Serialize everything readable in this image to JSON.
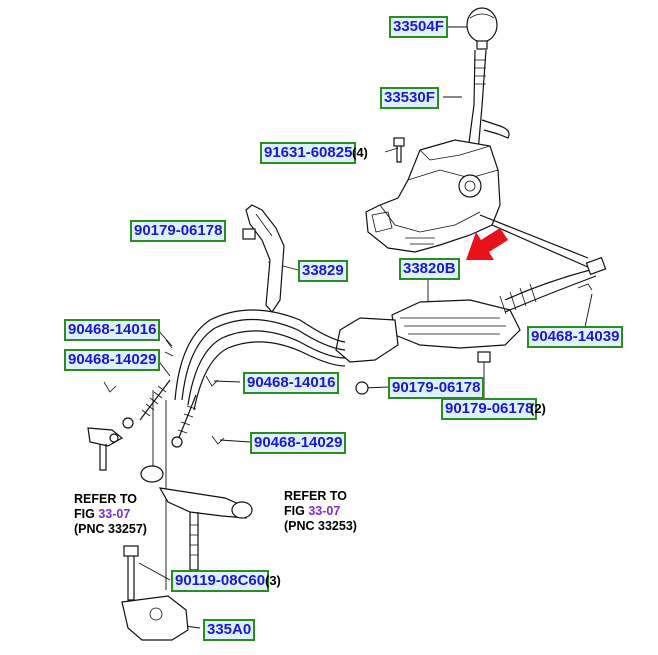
{
  "labels": {
    "p33504F": "33504F",
    "p33530F": "33530F",
    "p91631": "91631-60825",
    "p90179a": "90179-06178",
    "p33829": "33829",
    "p33820B": "33820B",
    "p90468a": "90468-14016",
    "p90468b": "90468-14029",
    "p90468c": "90468-14016",
    "p90179b": "90179-06178",
    "p90179c": "90179-06178",
    "p90468d": "90468-14029",
    "p90468e": "90468-14039",
    "p90119": "90119-08C60",
    "p335A0": "335A0"
  },
  "quantities": {
    "p91631": "(4)",
    "p90179c": "(2)",
    "p90119": "(3)"
  },
  "refs": {
    "left": {
      "line1": "REFER TO",
      "fig_prefix": "FIG ",
      "fig": "33-07",
      "pnc": "(PNC 33257)"
    },
    "right": {
      "line1": "REFER TO",
      "fig_prefix": "FIG ",
      "fig": "33-07",
      "pnc": "(PNC 33253)"
    }
  },
  "colors": {
    "label_bg": "#dff0ff",
    "label_border": "#2e8b1e",
    "label_text": "#1a1acc",
    "fig_text": "#7a2ed6",
    "arrow": "#e8121c"
  }
}
